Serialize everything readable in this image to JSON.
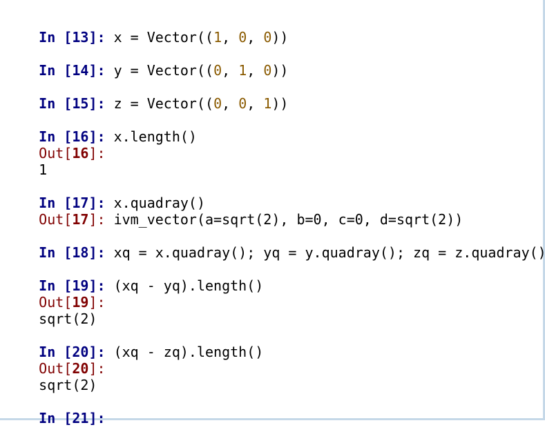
{
  "cells": [
    {
      "in": "13",
      "parts": [
        {
          "t": "x = Vector((",
          "k": "code"
        },
        {
          "t": "1",
          "k": "num"
        },
        {
          "t": ", ",
          "k": "code"
        },
        {
          "t": "0",
          "k": "num"
        },
        {
          "t": ", ",
          "k": "code"
        },
        {
          "t": "0",
          "k": "num"
        },
        {
          "t": "))",
          "k": "code"
        }
      ]
    },
    {
      "in": "14",
      "parts": [
        {
          "t": "y = Vector((",
          "k": "code"
        },
        {
          "t": "0",
          "k": "num"
        },
        {
          "t": ", ",
          "k": "code"
        },
        {
          "t": "1",
          "k": "num"
        },
        {
          "t": ", ",
          "k": "code"
        },
        {
          "t": "0",
          "k": "num"
        },
        {
          "t": "))",
          "k": "code"
        }
      ]
    },
    {
      "in": "15",
      "parts": [
        {
          "t": "z = Vector((",
          "k": "code"
        },
        {
          "t": "0",
          "k": "num"
        },
        {
          "t": ", ",
          "k": "code"
        },
        {
          "t": "0",
          "k": "num"
        },
        {
          "t": ", ",
          "k": "code"
        },
        {
          "t": "1",
          "k": "num"
        },
        {
          "t": "))",
          "k": "code"
        }
      ]
    },
    {
      "in": "16",
      "code": "x.length()",
      "out": "16",
      "result": "1"
    },
    {
      "in": "17",
      "code": "x.quadray()",
      "out": "17",
      "inline_result": "ivm_vector(a=sqrt(2), b=0, c=0, d=sqrt(2))"
    },
    {
      "in": "18",
      "code": "xq = x.quadray(); yq = y.quadray(); zq = z.quadray()"
    },
    {
      "in": "19",
      "code": "(xq - yq).length()",
      "out": "19",
      "result": "sqrt(2)"
    },
    {
      "in": "20",
      "code": "(xq - zq).length()",
      "out": "20",
      "result": "sqrt(2)"
    },
    {
      "in": "21",
      "code": ""
    }
  ],
  "labels": {
    "in_prefix": "In [",
    "out_prefix": "Out[",
    "prompt_suffix": "]: "
  },
  "colors": {
    "in_prompt": "#000080",
    "out_prompt": "#800000",
    "number": "#8a5a00",
    "border": "#c5d8e8"
  }
}
